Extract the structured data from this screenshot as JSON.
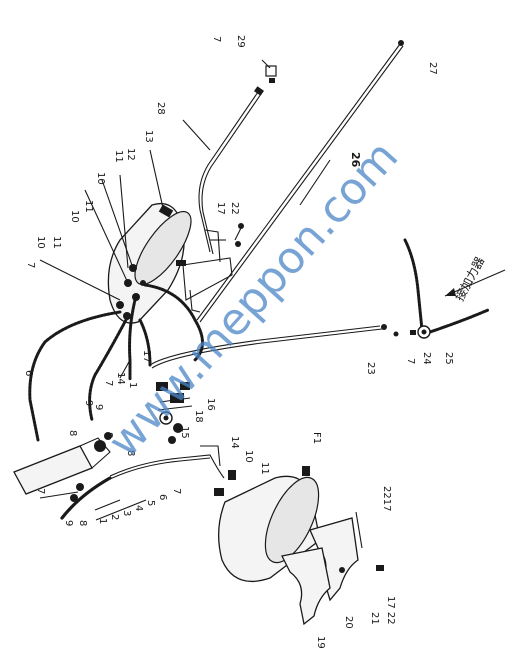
{
  "watermark": "www.meppon.com",
  "booster_label": "接加力器",
  "callouts": {
    "c29": "29",
    "c7a": "7",
    "c27": "27",
    "c28": "28",
    "c26": "26",
    "c13": "13",
    "c12": "12",
    "c11a": "11",
    "c10a": "10",
    "c11b": "11",
    "c10b": "10",
    "c10c": "10",
    "c11c": "11",
    "c7b": "7",
    "c17a": "17",
    "c22a": "22",
    "c6": "6",
    "c17b": "17",
    "c14a": "14",
    "c1a": "1",
    "c23": "23",
    "c7c": "7",
    "c24": "24",
    "c25": "25",
    "c8a": "8",
    "c9a": "9",
    "c9b": "9",
    "c7d": "7",
    "c8b": "8",
    "c8c": "8",
    "c16": "16",
    "c18": "18",
    "c15": "15",
    "c14b": "14",
    "c10d": "10",
    "c11d": "11",
    "cF1": "F1",
    "c7e": "7",
    "c7f": "7",
    "c9c": "9",
    "c8d": "8",
    "c1b": "1",
    "c2": "2",
    "c3": "3",
    "c4": "4",
    "c5": "5",
    "c6b": "6",
    "c2217": "2217",
    "c19": "19",
    "c20": "20",
    "c21": "21",
    "c1722": "17 22"
  }
}
